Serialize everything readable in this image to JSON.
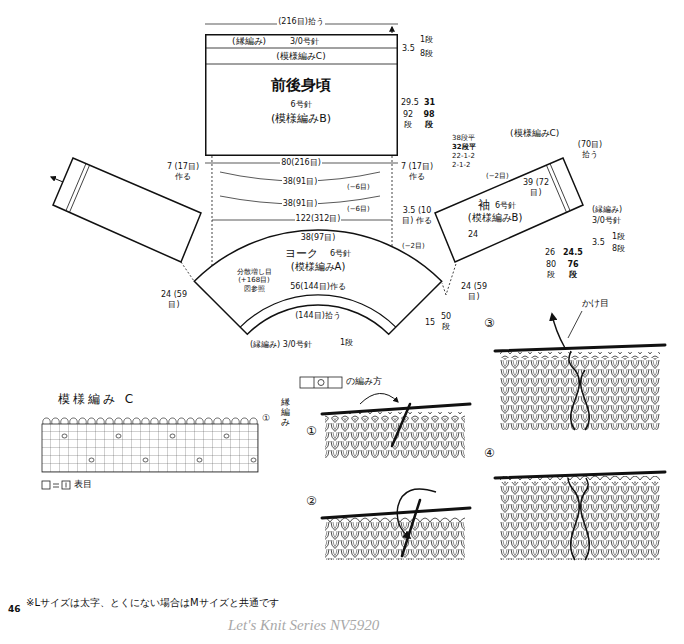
{
  "diagram": {
    "nodes": [
      {
        "text": [
          "(模様編みC)",
          "前後身頃",
          "6号針",
          "(模様編みB)"
        ]
      },
      {
        "text": [
          "ヨーク",
          "6号針",
          "(模様編みA)"
        ]
      },
      {
        "text": [
          "袖",
          "6号針",
          "(模様編みB)"
        ]
      },
      {
        "text": [
          "模様編み C"
        ]
      }
    ],
    "edges": [
      {
        "from": 0,
        "to": 1,
        "arrow": "none"
      },
      {
        "from": 2,
        "to": 1,
        "arrow": "none"
      }
    ],
    "labels": [
      "(216目)拾う",
      "(縁編み)",
      "3/0号針",
      "3.5",
      "1段",
      "8段",
      "29.5",
      "31",
      "92段",
      "98段",
      "80(216目)",
      "38(91目)",
      "(−6目)",
      "7 (17目) 作る",
      "7 (17目) 作る",
      "38(91目)",
      "(−6目)",
      "122(312目)",
      "38(97目)",
      "分散増し目 (+168目) 図参照",
      "56(144目)作る",
      "24 (59目)",
      "24 (59目)",
      "(144目)拾う",
      "(縁編み) 3/0号針",
      "1段",
      "15",
      "50段",
      "38段平",
      "32段平",
      "22-1-2",
      "2-1-2",
      "(−2目)",
      "(模様編みC)",
      "(70目) 拾う",
      "39 (72目)",
      "3.5 (10目) 作る",
      "(−2目)",
      "24",
      "(縁編み)",
      "3/0号針",
      "3.5",
      "1段",
      "8段",
      "26",
      "24.5",
      "80段",
      "76段",
      "①",
      "縁編み",
      "の編み方",
      "①",
      "②",
      "③",
      "④",
      "かけ目",
      "46",
      "※Lサイズは太字、とくにない場合はMサイズと共通です",
      "Let's Knit Series NV5920"
    ],
    "legend": [
      {
        "text": "表目"
      }
    ]
  }
}
